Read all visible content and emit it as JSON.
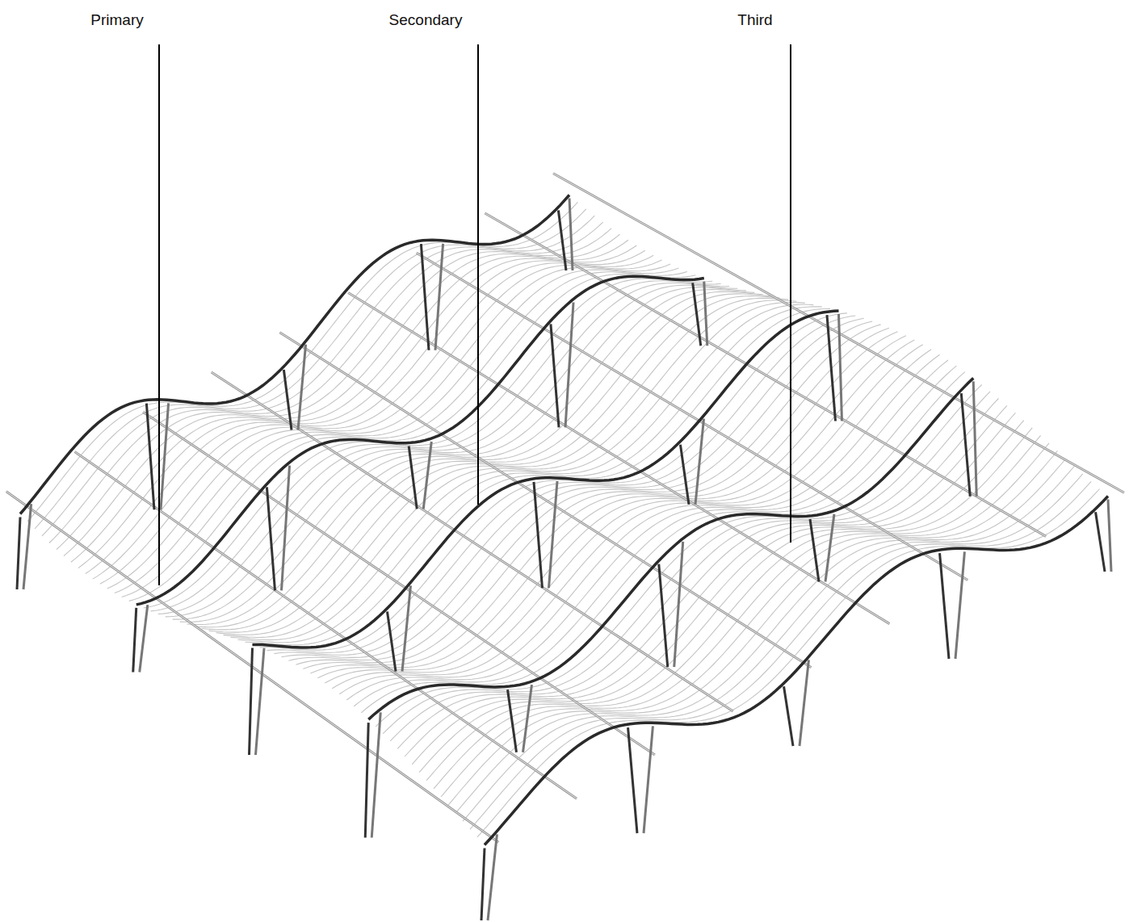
{
  "diagram": {
    "labels": [
      "Primary",
      "Secondary",
      "Third"
    ]
  }
}
